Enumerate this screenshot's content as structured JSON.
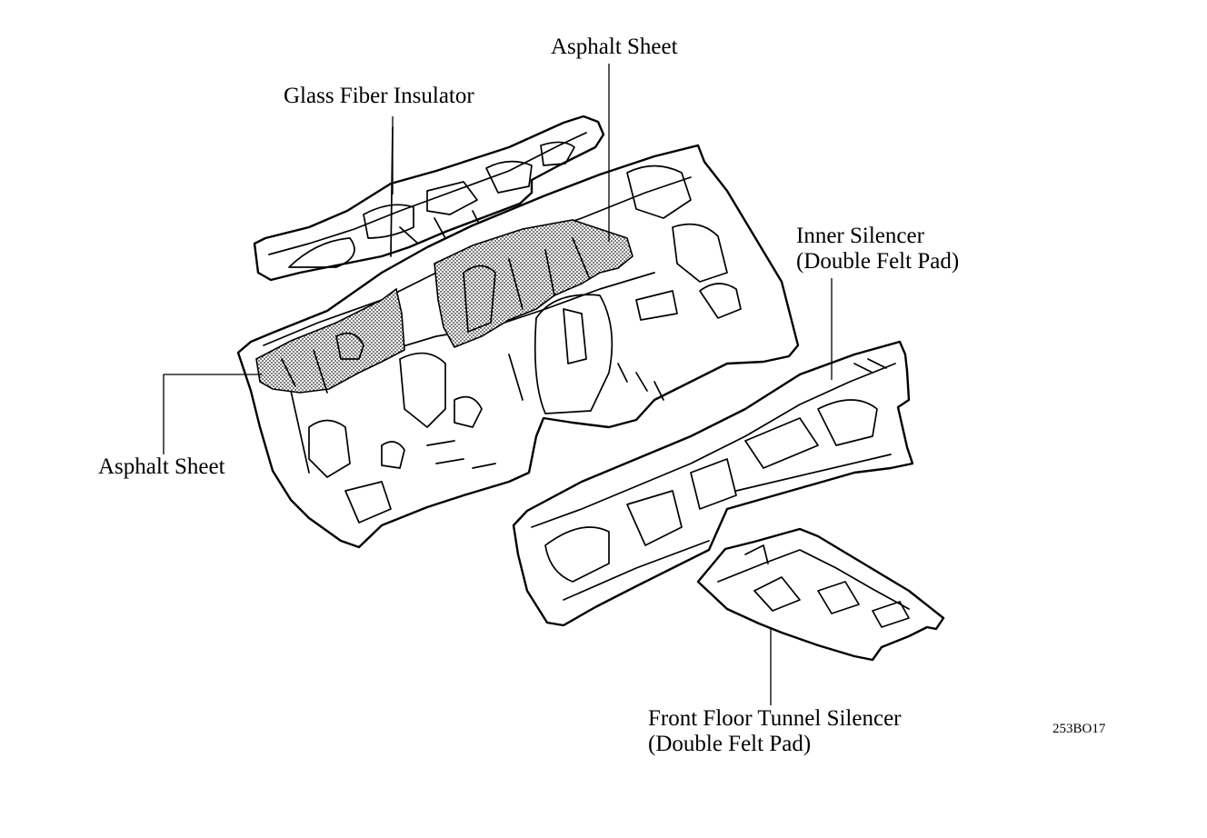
{
  "labels": {
    "asphalt_sheet_top": "Asphalt Sheet",
    "glass_fiber_insulator": "Glass Fiber Insulator",
    "inner_silencer_line1": "Inner Silencer",
    "inner_silencer_line2": "(Double Felt Pad)",
    "asphalt_sheet_left": "Asphalt Sheet",
    "front_floor_tunnel_line1": "Front Floor Tunnel Silencer",
    "front_floor_tunnel_line2": "(Double Felt Pad)"
  },
  "figure_code": "253BO17",
  "colors": {
    "ink": "#000000",
    "paper": "#ffffff"
  }
}
